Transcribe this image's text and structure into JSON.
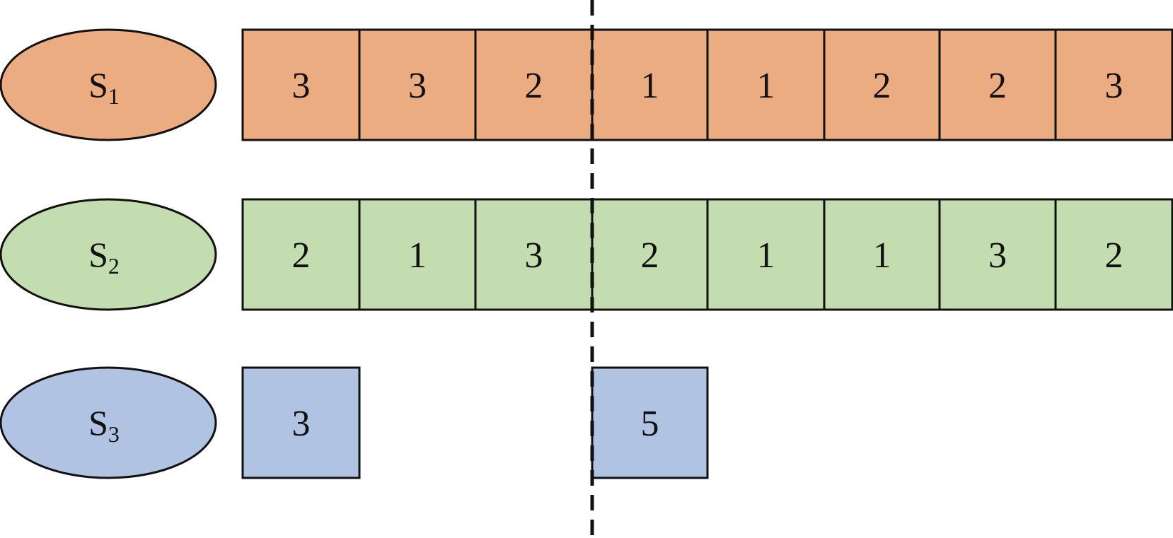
{
  "rows": [
    {
      "label_main": "S",
      "label_sub": "1",
      "fill": "#ECAC82",
      "cells": [
        {
          "value": "3",
          "slot": 0
        },
        {
          "value": "3",
          "slot": 1
        },
        {
          "value": "2",
          "slot": 2
        },
        {
          "value": "1",
          "slot": 3
        },
        {
          "value": "1",
          "slot": 4
        },
        {
          "value": "2",
          "slot": 5
        },
        {
          "value": "2",
          "slot": 6
        },
        {
          "value": "3",
          "slot": 7
        }
      ]
    },
    {
      "label_main": "S",
      "label_sub": "2",
      "fill": "#C3DCB0",
      "cells": [
        {
          "value": "2",
          "slot": 0
        },
        {
          "value": "1",
          "slot": 1
        },
        {
          "value": "3",
          "slot": 2
        },
        {
          "value": "2",
          "slot": 3
        },
        {
          "value": "1",
          "slot": 4
        },
        {
          "value": "1",
          "slot": 5
        },
        {
          "value": "3",
          "slot": 6
        },
        {
          "value": "2",
          "slot": 7
        }
      ]
    },
    {
      "label_main": "S",
      "label_sub": "3",
      "fill": "#B0C3E2",
      "cells": [
        {
          "value": "3",
          "slot": 0
        },
        {
          "value": "5",
          "slot": 3
        }
      ]
    }
  ],
  "divider_after_slot": 2,
  "divider_color": "#111111"
}
